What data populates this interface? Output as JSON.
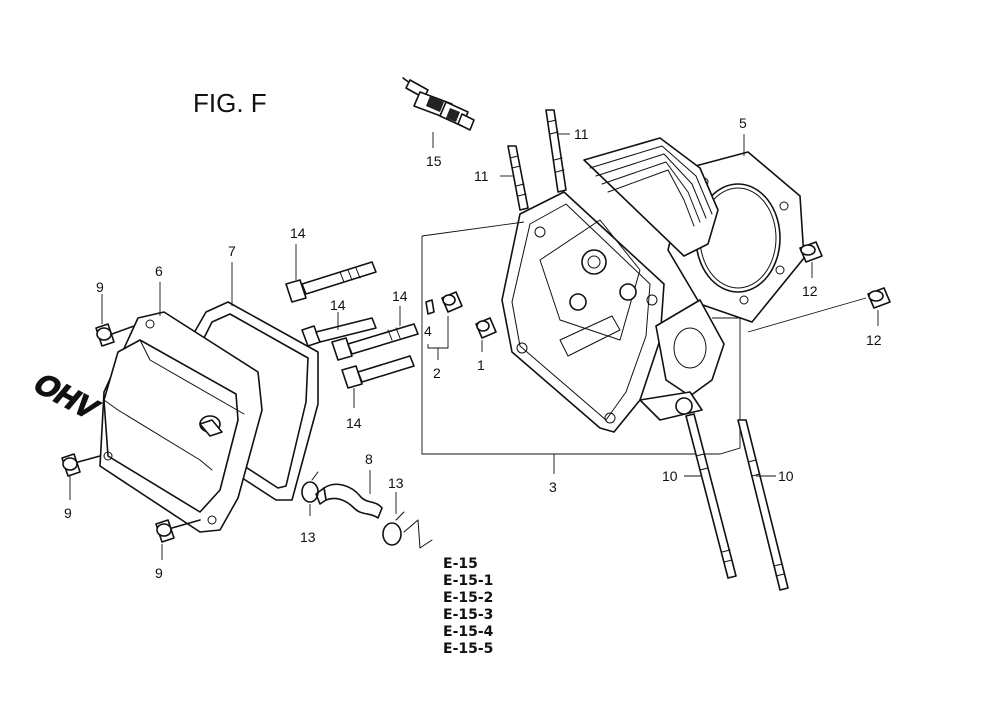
{
  "figure_title": "FIG. F",
  "cover_lettering": "OHV",
  "callouts": {
    "c15": "15",
    "c11a": "11",
    "c11b": "11",
    "c5": "5",
    "c14a": "14",
    "c14b": "14",
    "c14c": "14",
    "c14d": "14",
    "c7": "7",
    "c6": "6",
    "c9a": "9",
    "c9b": "9",
    "c9c": "9",
    "c4": "4",
    "c2": "2",
    "c1": "1",
    "c12a": "12",
    "c12b": "12",
    "c8": "8",
    "c13a": "13",
    "c13b": "13",
    "c3": "3",
    "c10a": "10",
    "c10b": "10"
  },
  "ref_codes": [
    "E-15",
    "E-15-1",
    "E-15-2",
    "E-15-3",
    "E-15-4",
    "E-15-5"
  ]
}
